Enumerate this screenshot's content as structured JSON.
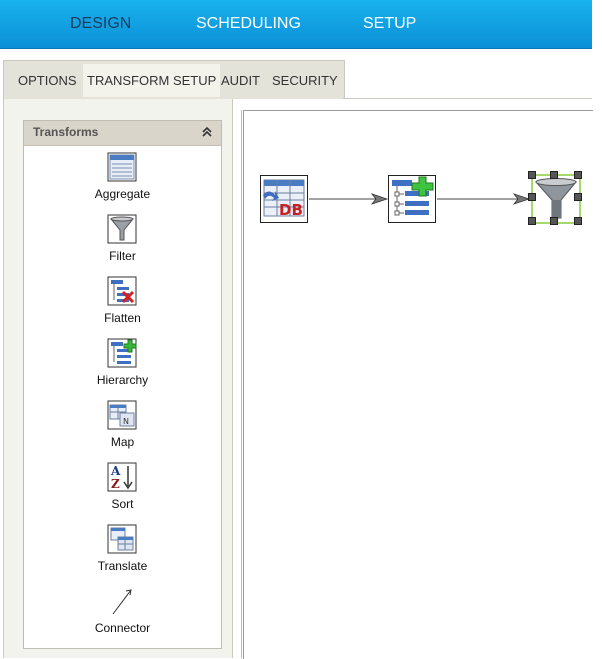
{
  "nav": {
    "items": [
      {
        "label": "DESIGN"
      },
      {
        "label": "SCHEDULING"
      },
      {
        "label": "SETUP"
      }
    ]
  },
  "tabs": [
    {
      "label": "OPTIONS"
    },
    {
      "label": "TRANSFORM SETUP"
    },
    {
      "label": "AUDIT"
    },
    {
      "label": "SECURITY"
    }
  ],
  "transforms": {
    "title": "Transforms",
    "items": [
      {
        "label": "Aggregate",
        "icon": "aggregate-icon"
      },
      {
        "label": "Filter",
        "icon": "filter-icon"
      },
      {
        "label": "Flatten",
        "icon": "flatten-icon"
      },
      {
        "label": "Hierarchy",
        "icon": "hierarchy-icon"
      },
      {
        "label": "Map",
        "icon": "map-icon"
      },
      {
        "label": "Sort",
        "icon": "sort-icon"
      },
      {
        "label": "Translate",
        "icon": "translate-icon"
      },
      {
        "label": "Connector",
        "icon": "connector-icon"
      }
    ]
  },
  "canvas": {
    "nodes": [
      {
        "name": "db-source-node",
        "icon": "db-table-icon",
        "text": "DB"
      },
      {
        "name": "hierarchy-node",
        "icon": "hierarchy-icon"
      },
      {
        "name": "filter-node",
        "icon": "filter-icon",
        "selected": true
      }
    ]
  },
  "colors": {
    "nav_bg": "#0b8fd6",
    "nav_active_text": "#1d3a5a",
    "selection": "#8acb3a"
  }
}
